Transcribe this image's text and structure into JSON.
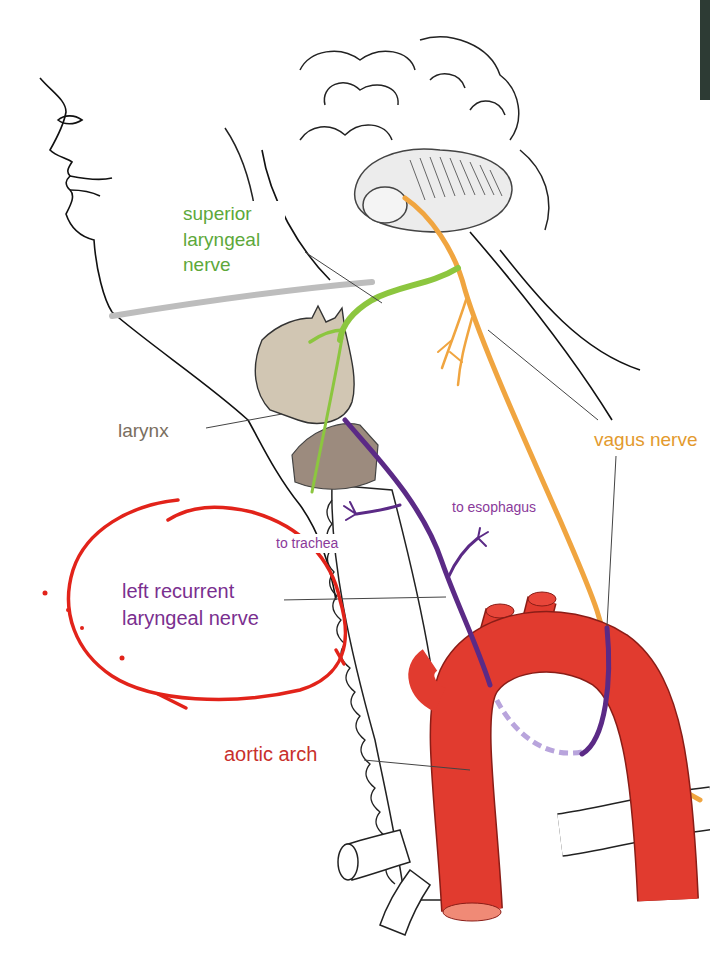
{
  "diagram": {
    "labels": [
      "superior laryngeal nerve",
      "larynx",
      "vagus nerve",
      "to trachea",
      "to esophagus",
      "left recurrent laryngeal nerve",
      "aortic arch"
    ]
  }
}
